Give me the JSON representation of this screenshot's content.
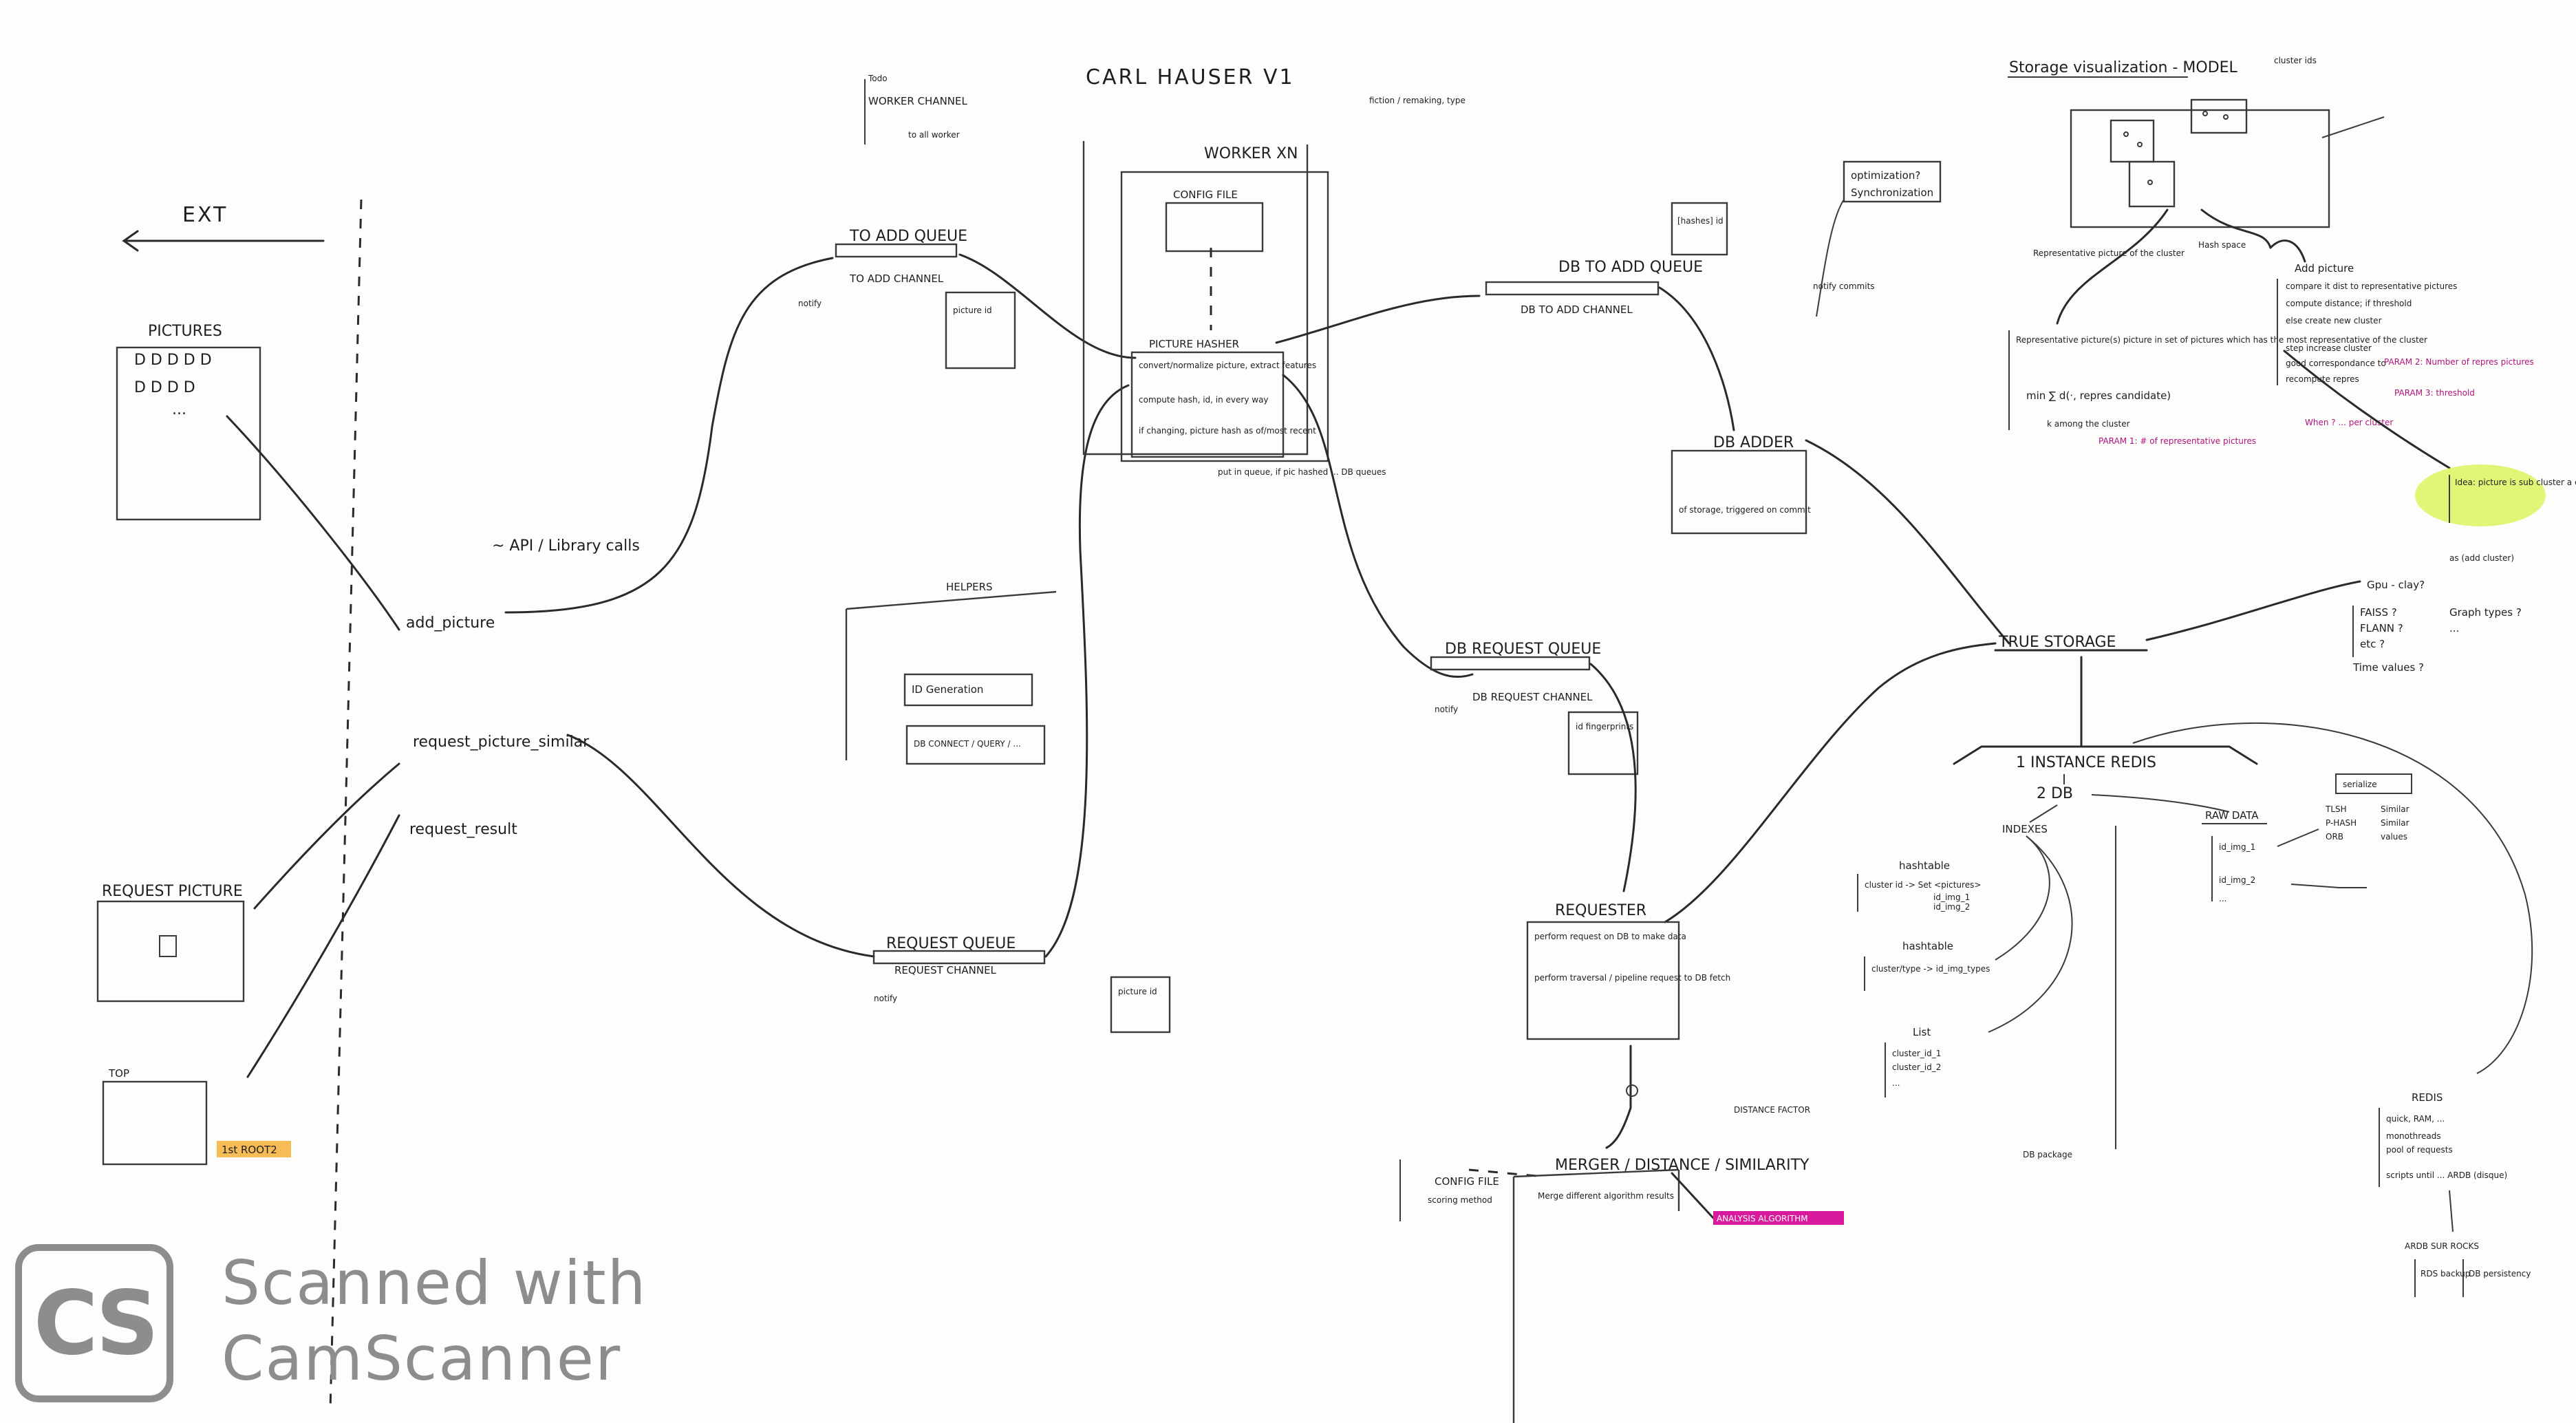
{
  "title": "CARL HAUSER V1",
  "ext": {
    "label": "EXT",
    "pictures_title": "PICTURES",
    "pictures_rows": [
      "D D D D D",
      "D D D D",
      "..."
    ],
    "request_picture_title": "REQUEST PICTURE",
    "top_label": "TOP",
    "top_side_note": "1st ROOT2"
  },
  "api": {
    "label": "~ API / Library calls",
    "add_picture": "add_picture",
    "request_picture_similar": "request_picture_similar",
    "request_result": "request_result"
  },
  "legend": {
    "title": "Todo",
    "item": "WORKER CHANNEL",
    "sub": "to all worker"
  },
  "top_note": "fiction / remaking, type",
  "to_add_queue": {
    "title": "TO ADD QUEUE",
    "channel": "TO ADD CHANNEL",
    "notify": "notify",
    "box_note": "picture id"
  },
  "request_queue": {
    "title": "REQUEST QUEUE",
    "channel": "REQUEST CHANNEL",
    "notify": "notify",
    "box_note": "picture id"
  },
  "worker": {
    "title": "WORKER XN",
    "config": "CONFIG FILE",
    "hasher": "PICTURE HASHER",
    "bullets": [
      "convert/normalize picture, extract features",
      "compute hash, id, in every way",
      "if changing, picture hash as of/most recent"
    ],
    "note": "put in queue, if pic hashed ... DB queues"
  },
  "helpers": {
    "title": "HELPERS",
    "items": [
      "ID Generation",
      "DB CONNECT / QUERY / ..."
    ]
  },
  "db_to_add": {
    "title": "DB TO ADD QUEUE",
    "channel": "DB TO ADD CHANNEL",
    "box_note": "[hashes] id"
  },
  "db_request": {
    "title": "DB REQUEST QUEUE",
    "channel": "DB REQUEST CHANNEL",
    "notify": "notify",
    "box_note": "id fingerprints"
  },
  "db_adder": {
    "title": "DB ADDER",
    "note": "of storage, triggered on commit"
  },
  "optimization": {
    "a": "optimization?",
    "b": "Synchronization",
    "side": "notify commits"
  },
  "true_storage": "TRUE STORAGE",
  "redis": {
    "instance": "1 INSTANCE REDIS",
    "db": "2 DB",
    "indexes": "INDEXES",
    "raw_data": "RAW DATA",
    "hashtable": "hashtable",
    "hashtable2": "hashtable",
    "list": "List",
    "h1_rows": [
      "cluster id -> Set <pictures>",
      "id_img_1",
      "id_img_2"
    ],
    "h2_rows": [
      "cluster/type -> id_img_types"
    ],
    "list_rows": [
      "cluster_id_1",
      "cluster_id_2",
      "..."
    ],
    "raw_rows": [
      "id_img_1",
      "id_img_2",
      "..."
    ],
    "raw_fields": [
      "TLSH",
      "P-HASH",
      "ORB"
    ],
    "raw_field_vals": [
      "Similar",
      "Similar",
      "values"
    ],
    "serial": "serialize",
    "db_package": "DB package"
  },
  "gpu": {
    "q": "Gpu - clay?",
    "items": [
      "FAISS ?",
      "FLANN ?",
      "etc ?"
    ],
    "side": "Graph types ?",
    "more": "...",
    "bottom": "Time values ?"
  },
  "redis_notes": {
    "title": "REDIS",
    "items": [
      "quick, RAM, ...",
      "monothreads",
      "pool of requests",
      "scripts until ... ARDB (disque)"
    ],
    "bottom_title": "ARDB SUR ROCKS",
    "bottom_items": [
      "RDS backup",
      "DB persistency"
    ]
  },
  "requester": {
    "title": "REQUESTER",
    "items": [
      "perform request on DB to make data",
      "perform traversal / pipeline request to DB fetch"
    ]
  },
  "merger": {
    "title": "MERGER / DISTANCE / SIMILARITY",
    "config": "CONFIG FILE",
    "config2": "scoring method",
    "note": "Merge different algorithm results",
    "extra": "DISTANCE FACTOR",
    "pink": "ANALYSIS ALGORITHM"
  },
  "storage_viz": {
    "title": "Storage visualization - MODEL",
    "cluster_label": "cluster ids",
    "rep": "Representative picture of the cluster",
    "hash_space": "Hash space",
    "left_note": "Representative picture(s) picture in set of pictures which has the most representative of the cluster",
    "formula": "min ∑ d(·, repres candidate)",
    "formula_sub": "k among the cluster",
    "param1": "PARAM 1: # of representative pictures",
    "add_title": "Add picture",
    "add_items": [
      "compare it dist to representative pictures",
      "compute distance; if threshold",
      "else create new cluster",
      "step increase cluster",
      "good correspondance to",
      "recompute repres"
    ],
    "param2": "PARAM 2: Number of repres pictures",
    "param3": "PARAM 3: threshold",
    "when": "When ? ... per cluster",
    "idea": "Idea: picture is sub cluster a cluster",
    "idea_side": "as (add cluster)"
  },
  "watermark": {
    "line1": "Scanned with",
    "line2": "CamScanner",
    "logo": "CS"
  }
}
